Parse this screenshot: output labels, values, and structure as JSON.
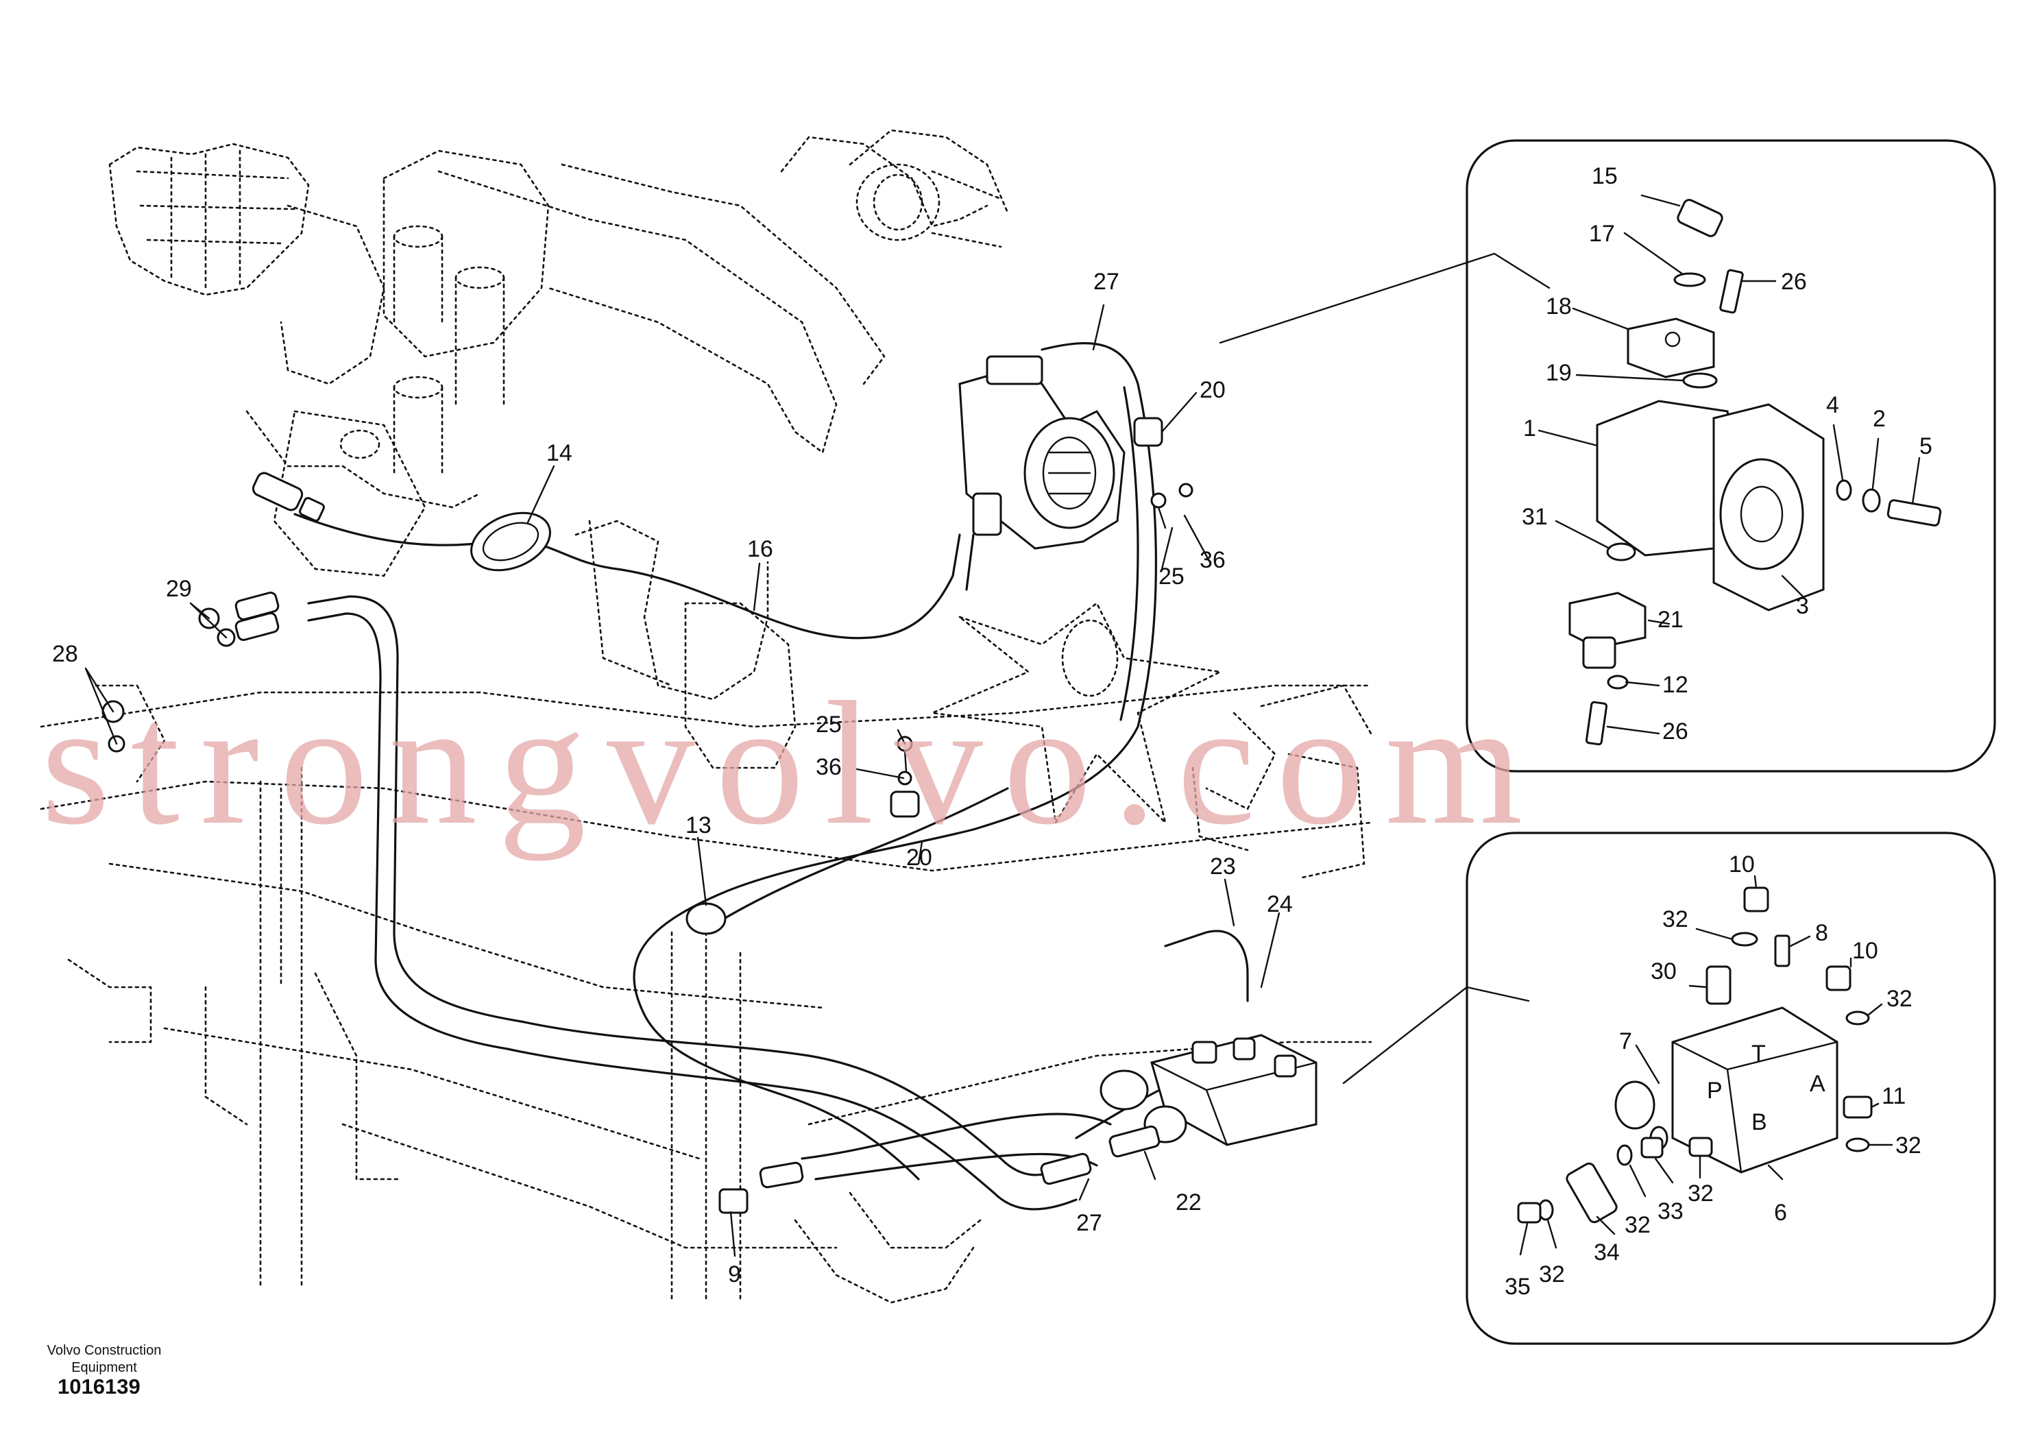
{
  "footer": {
    "brand": "Volvo Construction Equipment",
    "code": "1016139"
  },
  "watermark": "strongvolvo.com",
  "callouts": {
    "c1": "1",
    "c2": "2",
    "c3": "3",
    "c4": "4",
    "c5": "5",
    "c6": "6",
    "c7": "7",
    "c8": "8",
    "c9": "9",
    "c10": "10",
    "c11": "11",
    "c12": "12",
    "c13": "13",
    "c14": "14",
    "c15": "15",
    "c16": "16",
    "c17": "17",
    "c18": "18",
    "c19": "19",
    "c20": "20",
    "c21": "21",
    "c22": "22",
    "c23": "23",
    "c24": "24",
    "c25": "25",
    "c26": "26",
    "c27": "27",
    "c28": "28",
    "c29": "29",
    "c30": "30",
    "c31": "31",
    "c32": "32",
    "c33": "33",
    "c34": "34",
    "c35": "35",
    "c36": "36"
  },
  "port_labels": {
    "p": "P",
    "b": "B",
    "t": "T",
    "a": "A"
  }
}
